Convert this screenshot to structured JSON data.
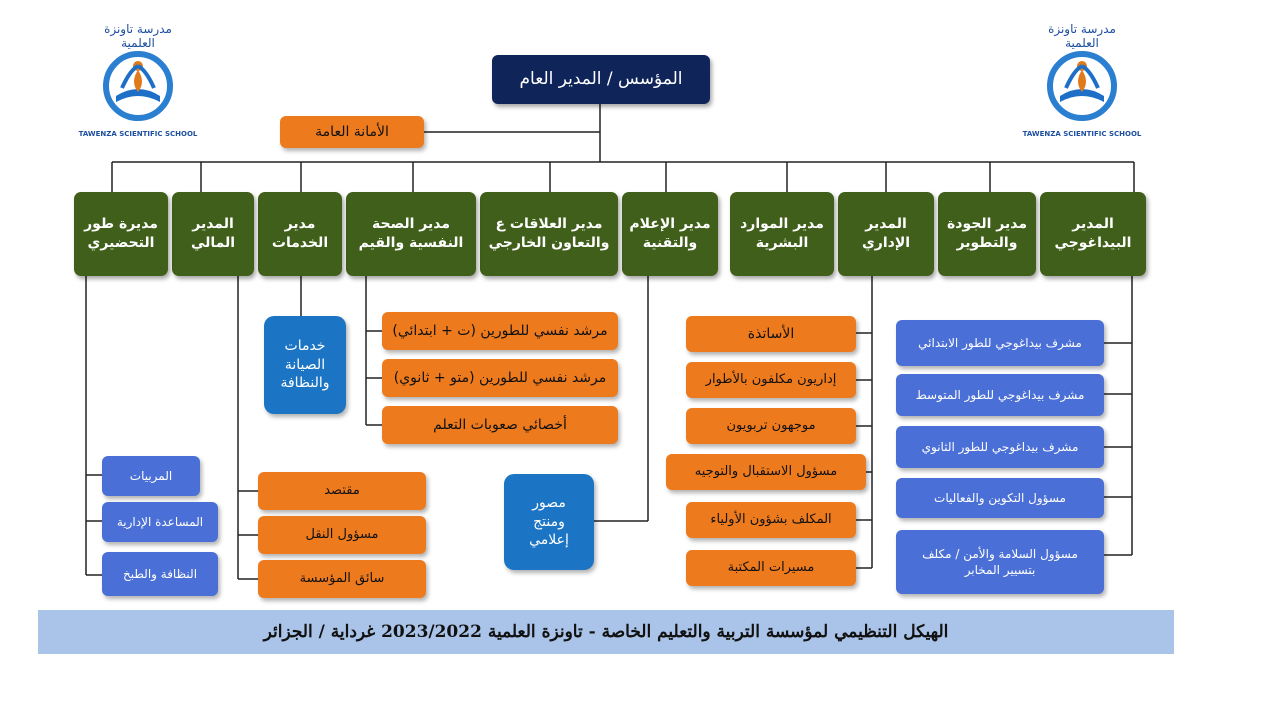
{
  "top": {
    "label": "المؤسس / المدير العام"
  },
  "secretariat": {
    "label": "الأمانة العامة"
  },
  "directors": [
    {
      "label": "المدير\nالبيداغوجي"
    },
    {
      "label": "مدير الجودة\nوالتطوير"
    },
    {
      "label": "المدير\nالإداري"
    },
    {
      "label": "مدير الموارد\nالبشرية"
    },
    {
      "label": "مدير الإعلام\nوالتقنية"
    },
    {
      "label": "مدير العلاقات ع\nوالتعاون الخارجي"
    },
    {
      "label": "مدير الصحة\nالنفسية والقيم"
    },
    {
      "label": "مدير\nالخدمات"
    },
    {
      "label": "المدير\nالمالي"
    },
    {
      "label": "مديرة طور\nالتحضيري"
    }
  ],
  "pedagogic_items": [
    {
      "label": "مشرف بيداغوجي للطور الابتدائي"
    },
    {
      "label": "مشرف بيداغوجي للطور المتوسط"
    },
    {
      "label": "مشرف بيداغوجي للطور الثانوي"
    },
    {
      "label": "مسؤول التكوين والفعاليات"
    },
    {
      "label": "مسؤول السلامة والأمن / مكلف\nبتسيير المخابر"
    }
  ],
  "admin_items": [
    {
      "label": "الأساتذة"
    },
    {
      "label": "إداريون مكلفون بالأطوار"
    },
    {
      "label": "موجهون تربويون"
    },
    {
      "label": "مسؤول الاستقبال والتوجيه"
    },
    {
      "label": "المكلف بشؤون الأولياء"
    },
    {
      "label": "مسيرات المكتبة"
    }
  ],
  "media_items": [
    {
      "label": "مصور\nومنتج\nإعلامي"
    }
  ],
  "health_items": [
    {
      "label": "مرشد نفسي للطورين (ت + ابتدائي)"
    },
    {
      "label": "مرشد نفسي للطورين (متو + ثانوي)"
    },
    {
      "label": "أخصائي صعوبات التعلم"
    }
  ],
  "services_items": [
    {
      "label": "خدمات\nالصيانة\nوالنظافة"
    }
  ],
  "finance_items": [
    {
      "label": "مقتصد"
    },
    {
      "label": "مسؤول النقل"
    },
    {
      "label": "سائق المؤسسة"
    }
  ],
  "preschool_items": [
    {
      "label": "المربيات"
    },
    {
      "label": "المساعدة الإدارية"
    },
    {
      "label": "النظافة والطبخ"
    }
  ],
  "logo": {
    "text": "مدرسة تاونزة العلمية",
    "subtext": "TAWENZA SCIENTIFIC SCHOOL"
  },
  "footer": {
    "label": "الهيكل التنظيمي لمؤسسة التربية والتعليم الخاصة - تاونزة العلمية 2023/2022  غرداية / الجزائر"
  },
  "colors": {
    "navy": "#0f2559",
    "green": "#3f5f1a",
    "orange": "#ee7a1e",
    "blue": "#4a6fd6",
    "teal": "#1c75c4",
    "footer": "#a9c4e8"
  }
}
